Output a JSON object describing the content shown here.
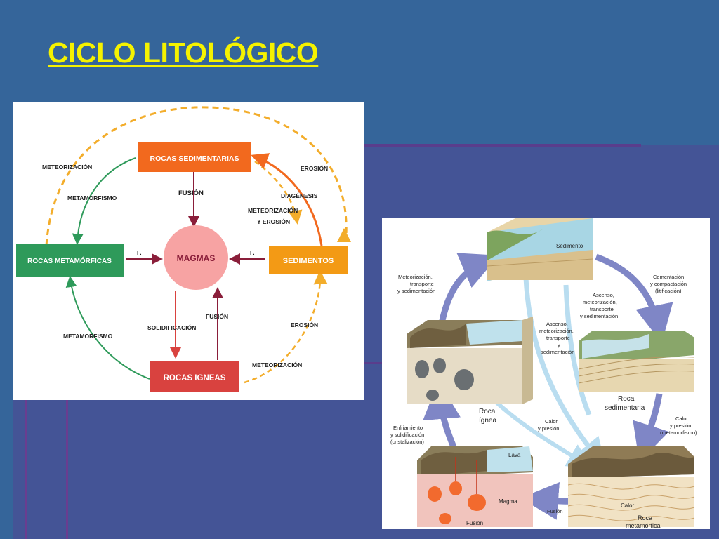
{
  "slide": {
    "title": "CICLO LITOLÓGICO"
  },
  "colors": {
    "background": "#35659a",
    "lower_band": "#445496",
    "title": "#f5f200",
    "sedimentarias_box": "#f2691e",
    "metamorficas_box": "#2e9a5a",
    "sedimentos_box": "#f39a15",
    "igneas_box": "#d9423f",
    "magmas_circle": "#f7a3a3",
    "dashed_arrows": "#f3ad2b"
  },
  "left_diagram": {
    "boxes": {
      "sedimentarias": "ROCAS SEDIMENTARIAS",
      "metamorficas": "ROCAS METAMÓRFICAS",
      "sedimentos": "SEDIMENTOS",
      "igneas": "ROCAS IGNEAS",
      "magmas": "MAGMAS"
    },
    "labels": {
      "meteorizacion_top": "METEORIZACIÓN",
      "metamorfismo_top": "METAMORFISMO",
      "erosion_top": "EROSIÓN",
      "fusion_top": "FUSIÓN",
      "diagenesis": "DIAGÉNESIS",
      "meteorizacion_mid": "METEORIZACIÓN",
      "y_erosion": "Y  EROSIÓN",
      "f_left": "F.",
      "f_right": "F.",
      "solidificacion": "SOLIDIFICACIÓN",
      "fusion_bottom": "FUSIÓN",
      "metamorfismo_bottom": "METAMORFISMO",
      "erosion_bottom": "EROSIÓN",
      "meteorizacion_bottom": "METEORIZACIÓN"
    }
  },
  "right_diagram": {
    "labels": {
      "sedimento": "Sedimento",
      "meteorizacion_1": "Meteorización,",
      "meteorizacion_2": "transporte",
      "meteorizacion_3": "y sedimentación",
      "cementacion_1": "Cementación",
      "cementacion_2": "y compactación",
      "cementacion_3": "(litificación)",
      "ascenso_a_1": "Ascenso,",
      "ascenso_a_2": "meteorización,",
      "ascenso_a_3": "transporte",
      "ascenso_a_4": "y sedimentación",
      "ascenso_b_1": "Ascenso,",
      "ascenso_b_2": "meteorización,",
      "ascenso_b_3": "transporte",
      "ascenso_b_4": "y",
      "ascenso_b_5": "sedimentación",
      "roca_sed_1": "Roca",
      "roca_sed_2": "sedimentaria",
      "roca_ign_1": "Roca",
      "roca_ign_2": "ígnea",
      "calor_1": "Calor",
      "calor_2": "y presión",
      "calor_met_1": "Calor",
      "calor_met_2": "y presión",
      "calor_met_3": "(metamorfismo)",
      "enfriamiento_1": "Enfriamiento",
      "enfriamiento_2": "y solidificación",
      "enfriamiento_3": "(cristalización)",
      "lava": "Lava",
      "magma": "Magma",
      "fusion_arrow": "Fusión",
      "fusion_bottom": "Fusión",
      "calor_block": "Calor",
      "roca_met_1": "Roca",
      "roca_met_2": "metamórfica"
    }
  }
}
